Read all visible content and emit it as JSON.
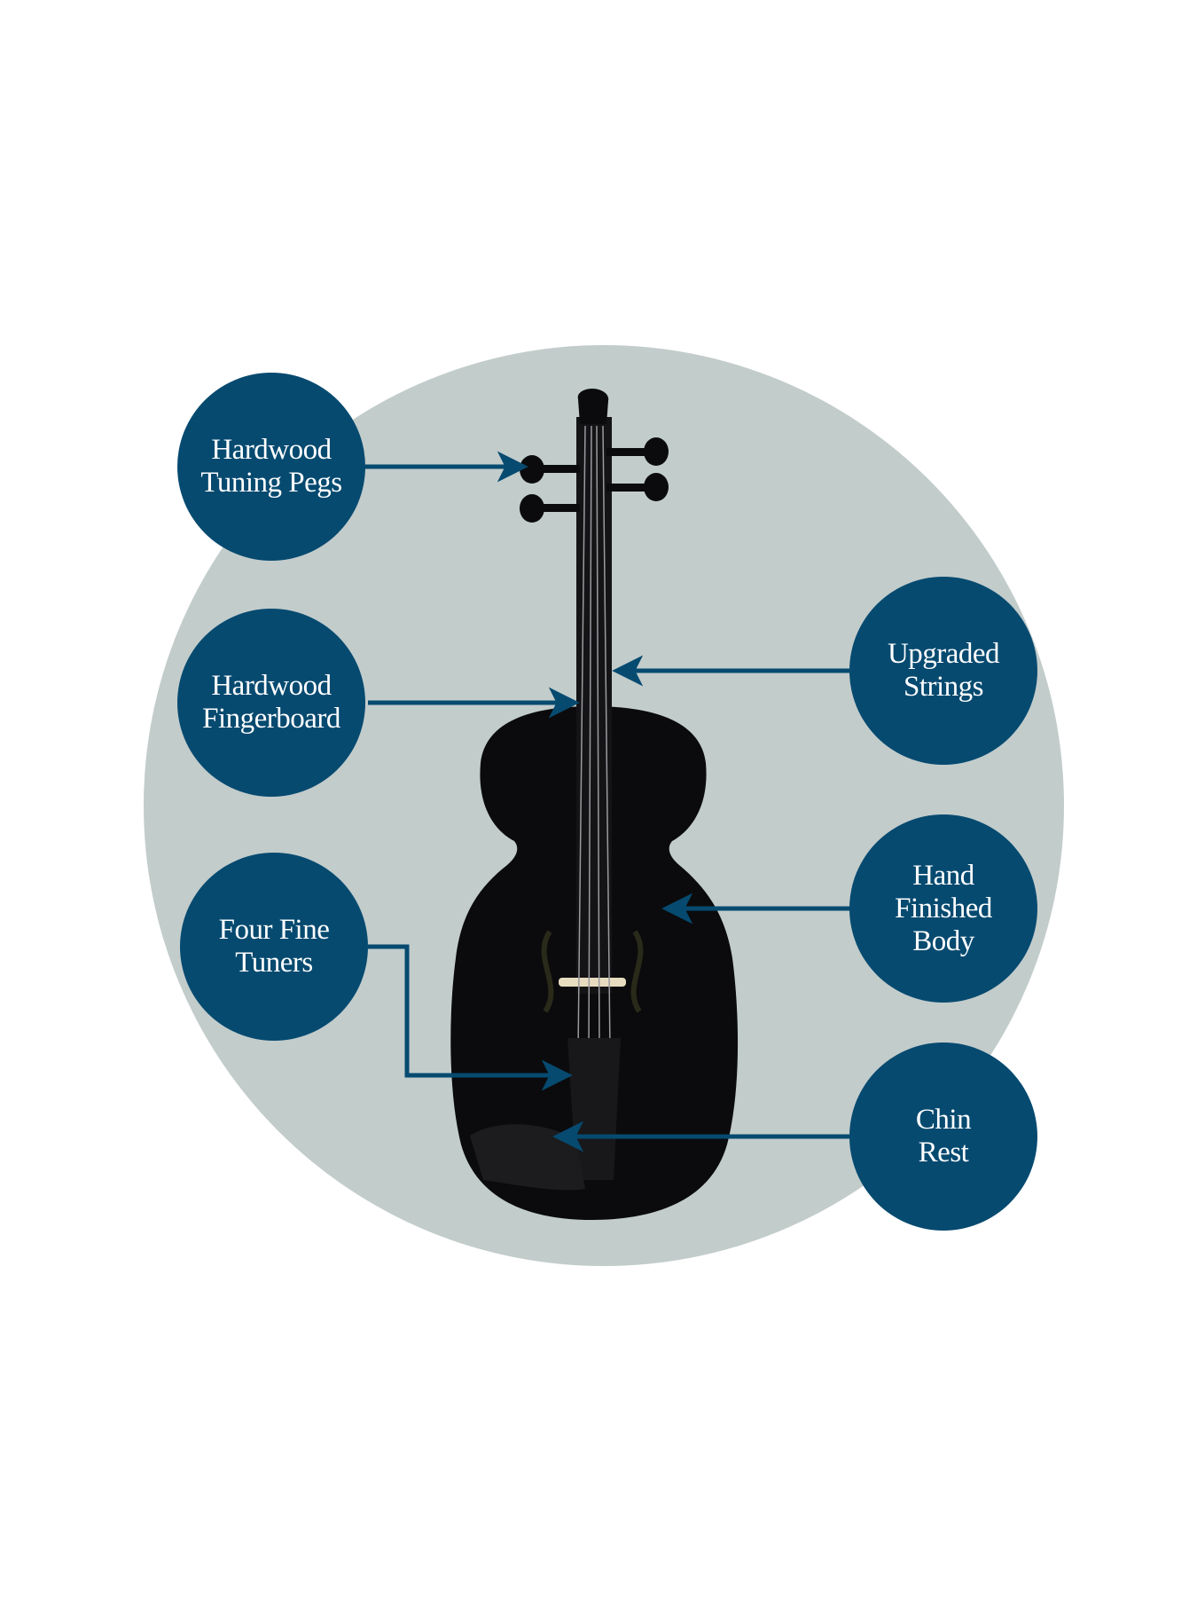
{
  "colors": {
    "navy": "#064a70",
    "backdrop": "#c2cccb",
    "violin": "#0b0b0d"
  },
  "features": {
    "tuning_pegs": {
      "line1": "Hardwood",
      "line2": "Tuning Pegs"
    },
    "fingerboard": {
      "line1": "Hardwood",
      "line2": "Fingerboard"
    },
    "fine_tuners": {
      "line1": "Four Fine",
      "line2": "Tuners"
    },
    "strings": {
      "line1": "Upgraded",
      "line2": "Strings"
    },
    "body": {
      "line1": "Hand",
      "line2": "Finished",
      "line3": "Body"
    },
    "chin_rest": {
      "line1": "Chin",
      "line2": "Rest"
    }
  }
}
